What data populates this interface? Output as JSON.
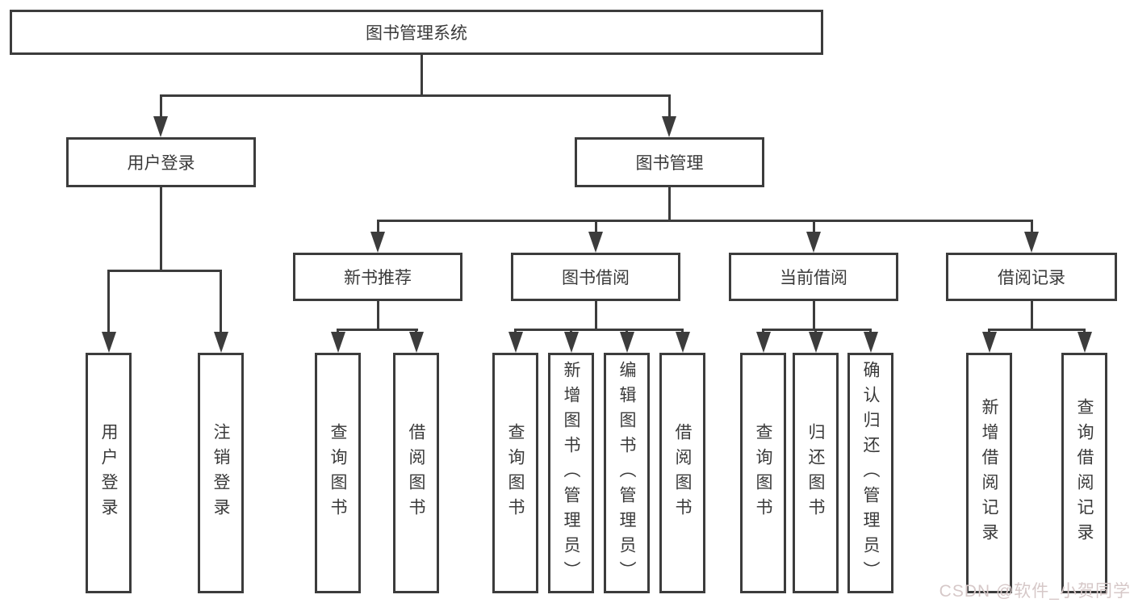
{
  "diagram": {
    "root": {
      "label": "图书管理系统"
    },
    "branches": [
      {
        "label": "用户登录",
        "children": [
          {
            "label": "用户登录"
          },
          {
            "label": "注销登录"
          }
        ]
      },
      {
        "label": "图书管理",
        "children": [
          {
            "label": "新书推荐",
            "children": [
              {
                "label": "查询图书"
              },
              {
                "label": "借阅图书"
              }
            ]
          },
          {
            "label": "图书借阅",
            "children": [
              {
                "label": "查询图书"
              },
              {
                "label": "新增图书（管理员）"
              },
              {
                "label": "编辑图书（管理员）"
              },
              {
                "label": "借阅图书"
              }
            ]
          },
          {
            "label": "当前借阅",
            "children": [
              {
                "label": "查询图书"
              },
              {
                "label": "归还图书"
              },
              {
                "label": "确认归还（管理员）"
              }
            ]
          },
          {
            "label": "借阅记录",
            "children": [
              {
                "label": "新增借阅记录"
              },
              {
                "label": "查询借阅记录"
              }
            ]
          }
        ]
      }
    ]
  },
  "watermark": {
    "text": "CSDN @软件_小贺同学"
  },
  "colors": {
    "line": "#3c3c3c",
    "text": "#3a3a3a",
    "watermark": "#d6c8c8",
    "background": "#ffffff"
  }
}
